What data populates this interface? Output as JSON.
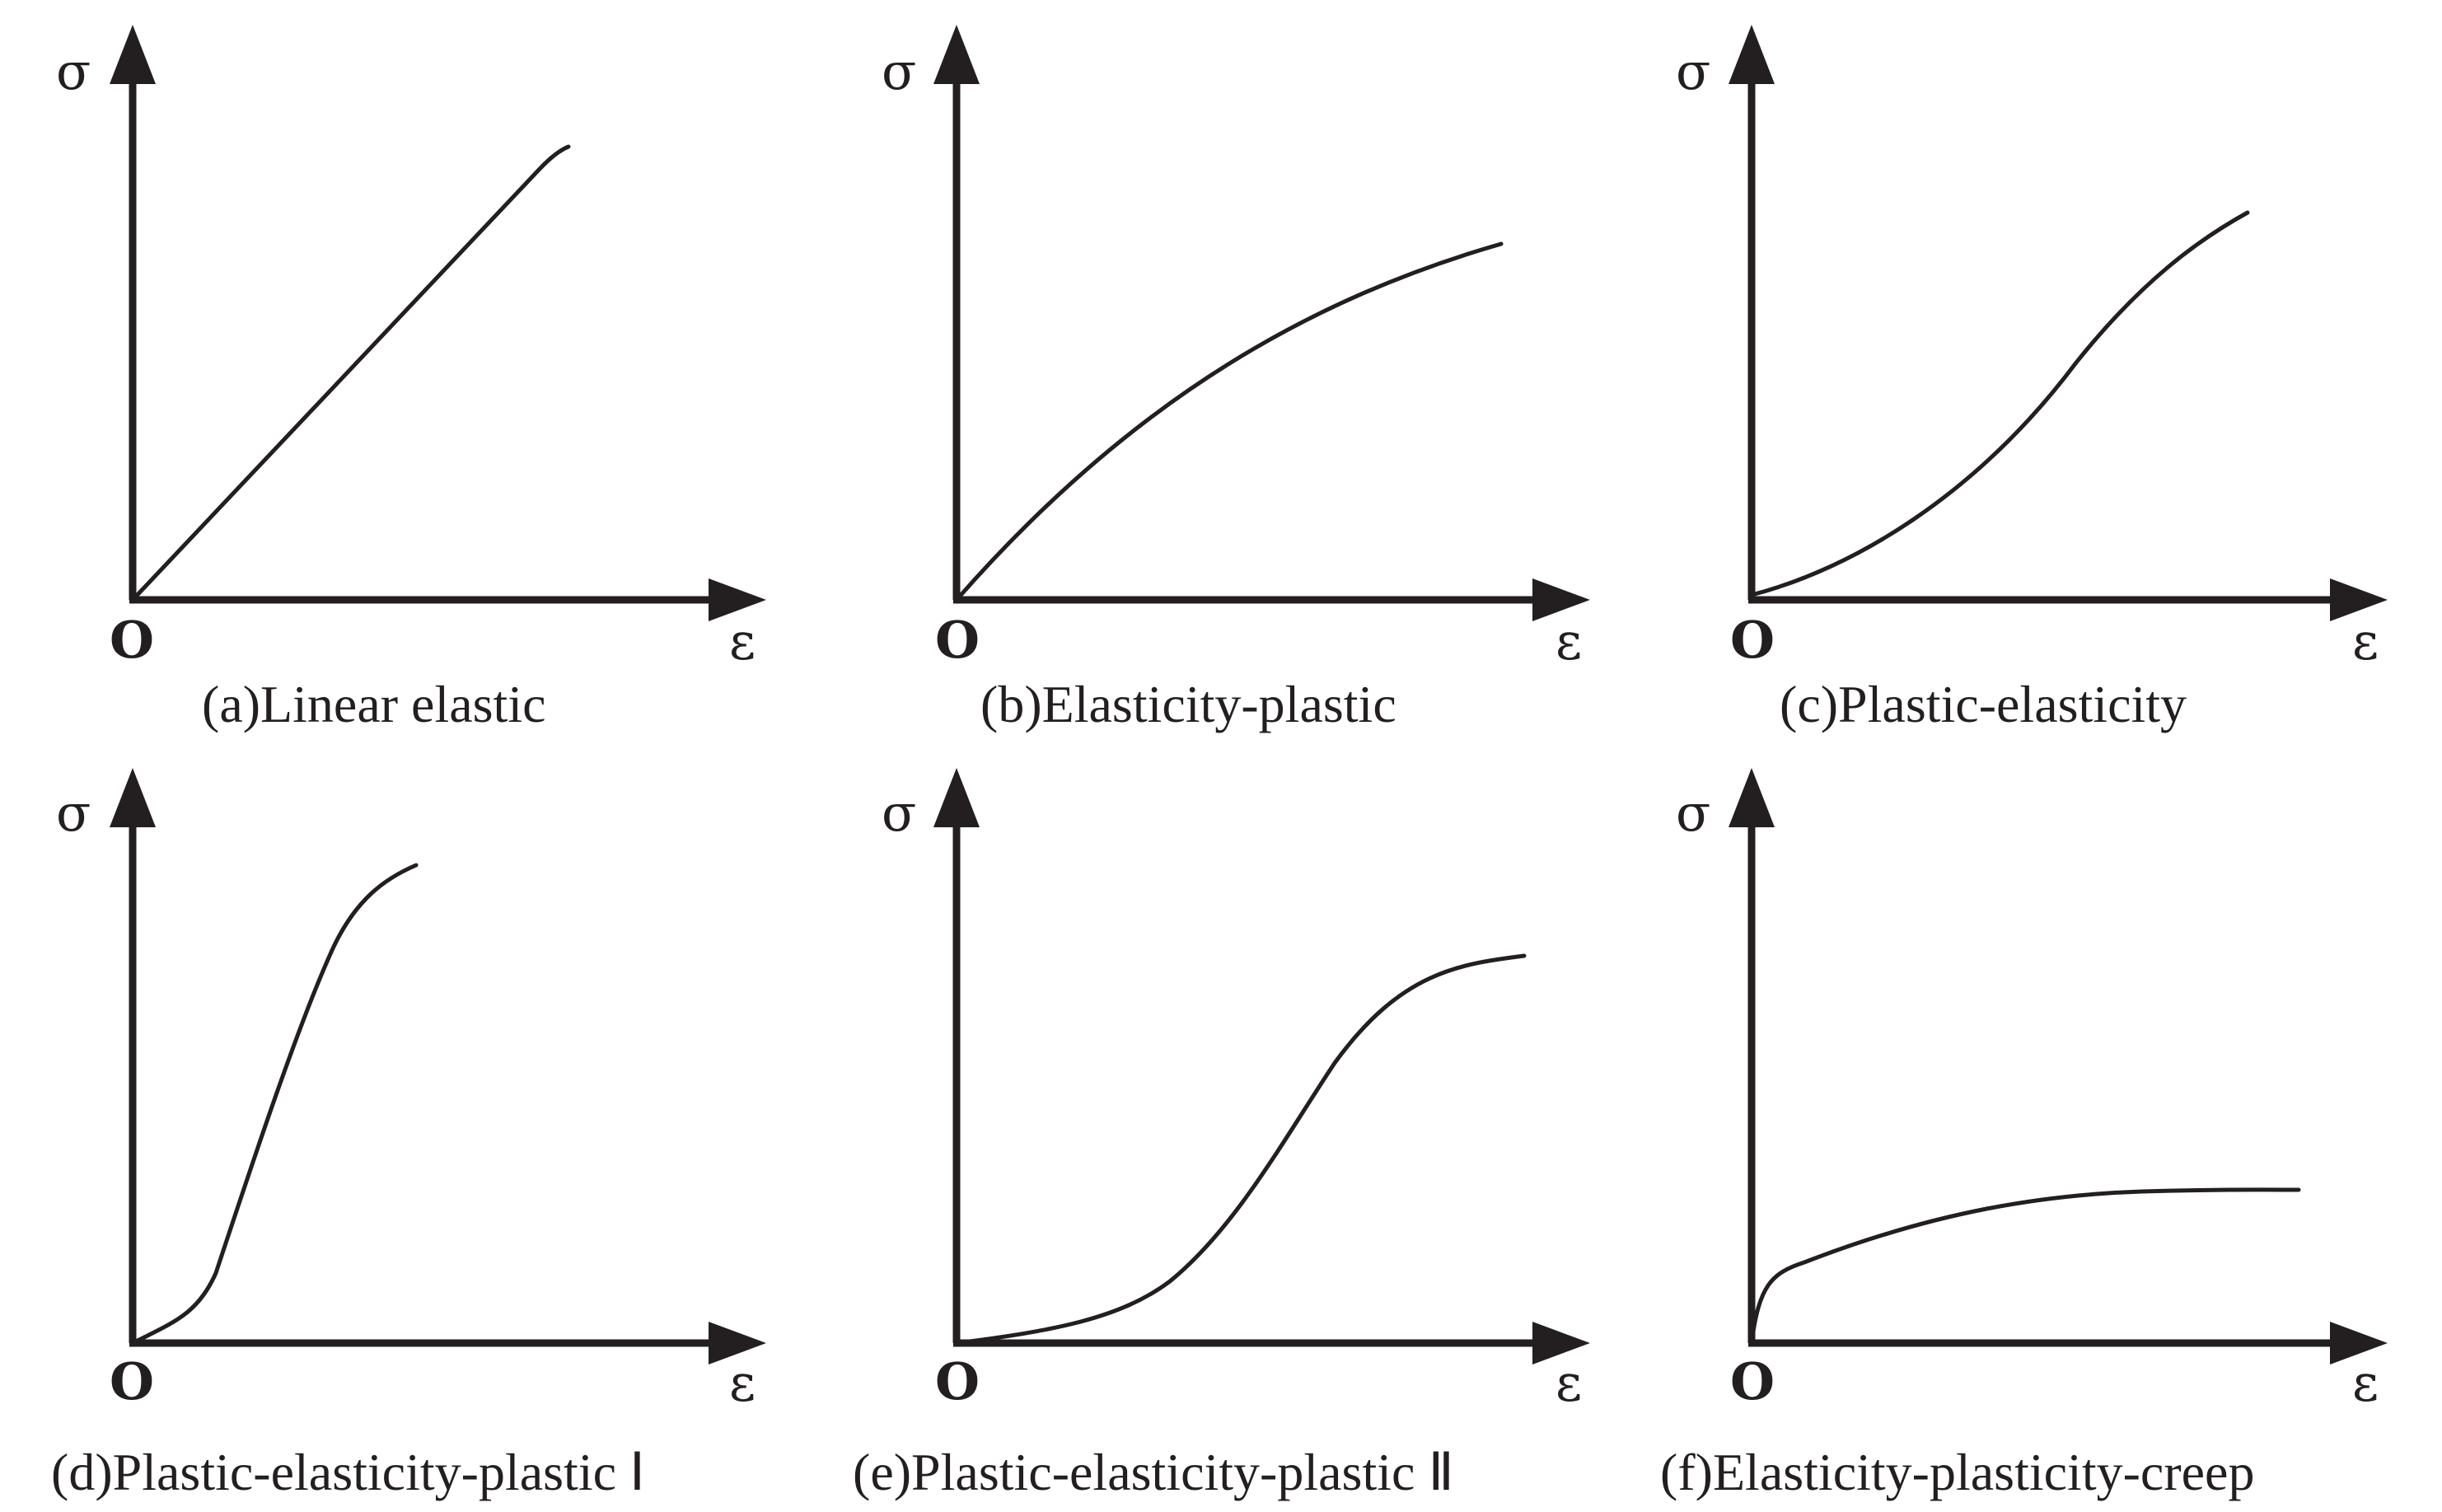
{
  "figure": {
    "panels": [
      {
        "id": "a",
        "caption": "(a)Linear elastic",
        "y_symbol": "σ",
        "x_symbol": "ε",
        "origin_label": "O",
        "curve_shape": "straight line from origin"
      },
      {
        "id": "b",
        "caption": "(b)Elasticity-plastic",
        "y_symbol": "σ",
        "x_symbol": "ε",
        "origin_label": "O",
        "curve_shape": "concave-down rising curve"
      },
      {
        "id": "c",
        "caption": "(c)Plastic-elasticity",
        "y_symbol": "σ",
        "x_symbol": "ε",
        "origin_label": "O",
        "curve_shape": "concave-up then near-linear rising curve"
      },
      {
        "id": "d",
        "caption": "(d)Plastic-elasticity-plastic Ⅰ",
        "y_symbol": "σ",
        "x_symbol": "ε",
        "origin_label": "O",
        "curve_shape": "steep S-shaped curve"
      },
      {
        "id": "e",
        "caption": "(e)Plastic-elasticity-plastic Ⅱ",
        "y_symbol": "σ",
        "x_symbol": "ε",
        "origin_label": "O",
        "curve_shape": "wide S-shaped curve"
      },
      {
        "id": "f",
        "caption": "(f)Elasticity-plasticity-creep",
        "y_symbol": "σ",
        "x_symbol": "ε",
        "origin_label": "O",
        "curve_shape": "sharp initial rise then flattening plateau"
      }
    ],
    "colors": {
      "ink": "#231f20",
      "background": "#ffffff"
    }
  }
}
